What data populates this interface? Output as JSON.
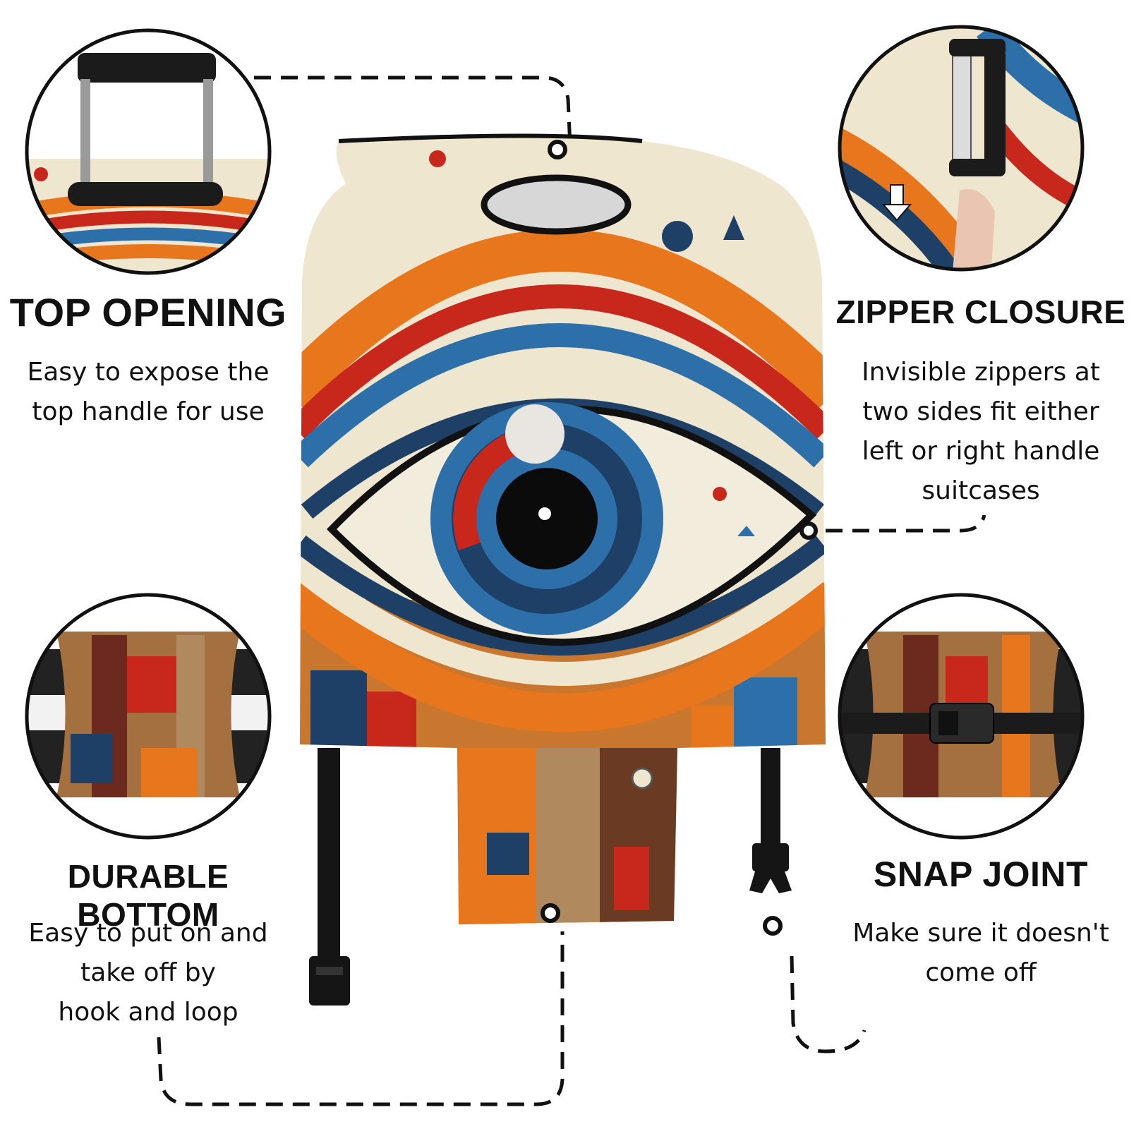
{
  "colors": {
    "navy": "#1e3f66",
    "blue": "#2d6fa8",
    "orange": "#e8761c",
    "red": "#c8271b",
    "cream": "#efe6cf",
    "brown": "#8a5a33",
    "black": "#111111"
  },
  "features": [
    {
      "id": "top-opening",
      "heading": "TOP OPENING",
      "lines": [
        "Easy to expose the",
        "top handle for use"
      ],
      "icon": "telescoping-handle-icon"
    },
    {
      "id": "zipper-closure",
      "heading": "ZIPPER CLOSURE",
      "lines": [
        "Invisible zippers at",
        "two sides fit either",
        "left or right handle",
        "suitcases"
      ],
      "icon": "side-handle-zipper-icon"
    },
    {
      "id": "durable-bottom",
      "heading": "DURABLE BOTTOM",
      "lines": [
        "Easy to put on and",
        "take off by",
        "hook and loop"
      ],
      "icon": "bottom-wheels-icon"
    },
    {
      "id": "snap-joint",
      "heading": "SNAP JOINT",
      "lines": [
        "Make sure it doesn't",
        "come off"
      ],
      "icon": "buckle-strap-icon"
    }
  ]
}
